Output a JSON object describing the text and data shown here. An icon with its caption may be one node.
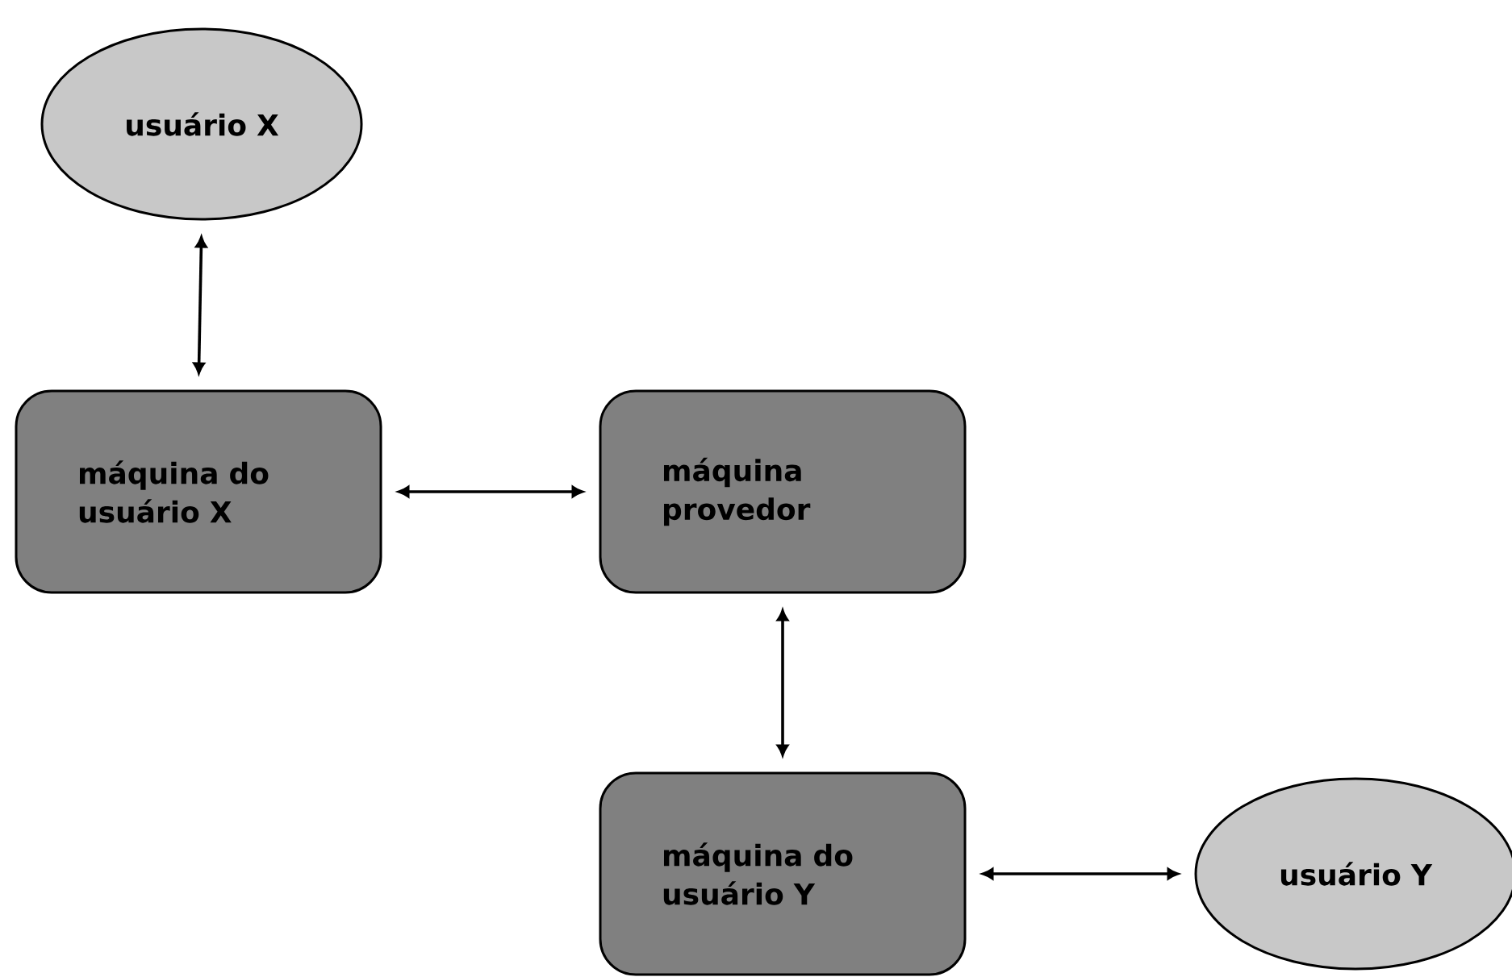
{
  "diagram": {
    "nodes": [
      {
        "text": [
          "usuário X"
        ]
      },
      {
        "text": [
          "máquina do usuário X"
        ]
      },
      {
        "text": [
          "máquina provedor"
        ]
      },
      {
        "text": [
          "máquina do usuário Y"
        ]
      },
      {
        "text": [
          "usuário Y"
        ]
      }
    ],
    "edges": [
      {
        "from": 0,
        "to": 1,
        "arrow": "both"
      },
      {
        "from": 1,
        "to": 2,
        "arrow": "both"
      },
      {
        "from": 2,
        "to": 3,
        "arrow": "both"
      },
      {
        "from": 3,
        "to": 4,
        "arrow": "both"
      }
    ]
  }
}
